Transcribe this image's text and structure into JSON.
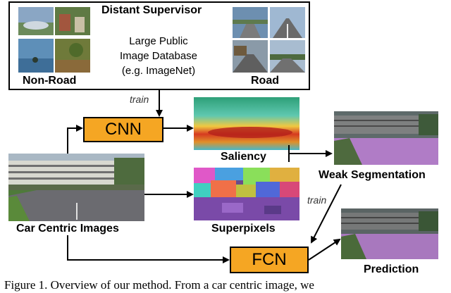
{
  "supervisor": {
    "title": "Distant Supervisor",
    "database_text_1": "Large Public",
    "database_text_2": "Image Database",
    "database_text_3": "(e.g. ImageNet)",
    "non_road_label": "Non-Road",
    "road_label": "Road"
  },
  "labels": {
    "train_1": "train",
    "train_2": "train",
    "cnn": "CNN",
    "fcn": "FCN",
    "saliency": "Saliency",
    "superpixels": "Superpixels",
    "weak_segmentation": "Weak Segmentation",
    "car_centric_images": "Car Centric Images",
    "prediction": "Prediction"
  },
  "caption": "Figure 1. Overview of our method. From a car centric image, we",
  "colors": {
    "box_fill": "#f5a623",
    "road_overlay": "#b07cc6"
  }
}
